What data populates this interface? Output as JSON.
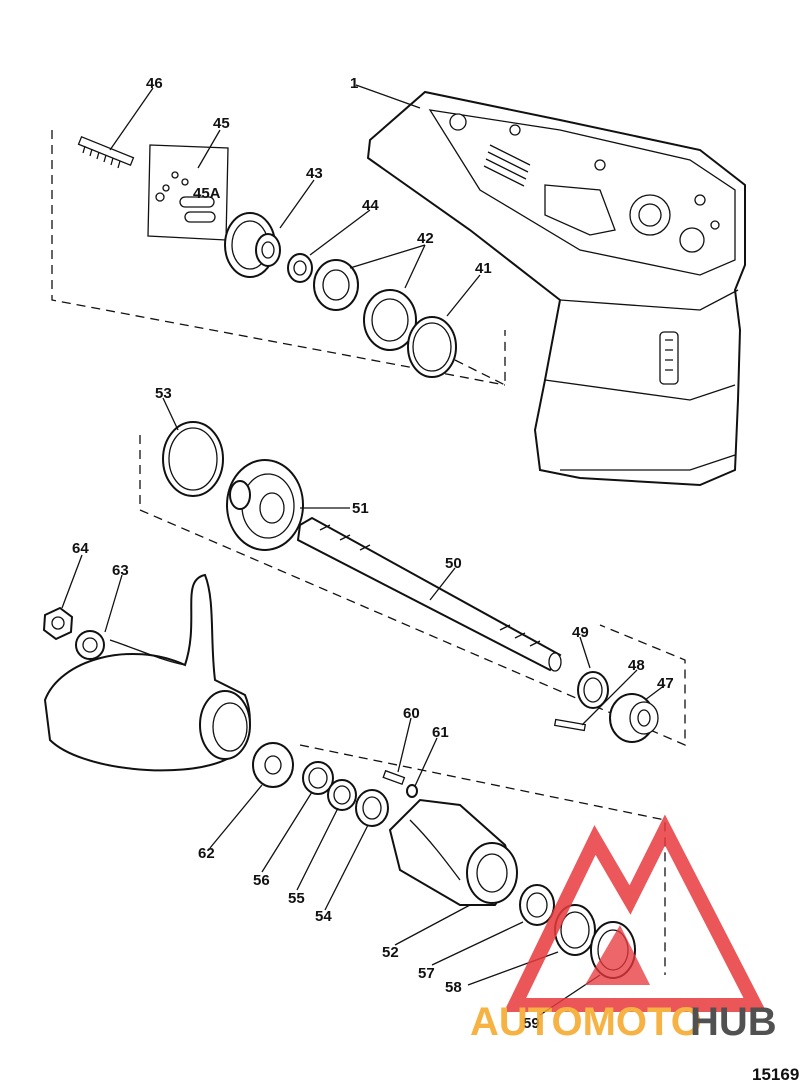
{
  "figure_number": "15169",
  "callouts": {
    "c1": "1",
    "c41": "41",
    "c42": "42",
    "c43": "43",
    "c44": "44",
    "c45": "45",
    "c45a": "45A",
    "c46": "46",
    "c47": "47",
    "c48": "48",
    "c49": "49",
    "c50": "50",
    "c51": "51",
    "c52": "52",
    "c53": "53",
    "c54": "54",
    "c55": "55",
    "c56": "56",
    "c57": "57",
    "c58": "58",
    "c59": "59",
    "c60": "60",
    "c61": "61",
    "c62": "62",
    "c63": "63",
    "c64": "64"
  },
  "watermark": {
    "part1": "AUTOMOTO",
    "part2": "HUB",
    "color_red": "#e8393d",
    "color_orange": "#f5a623",
    "color_dark": "#333333"
  }
}
